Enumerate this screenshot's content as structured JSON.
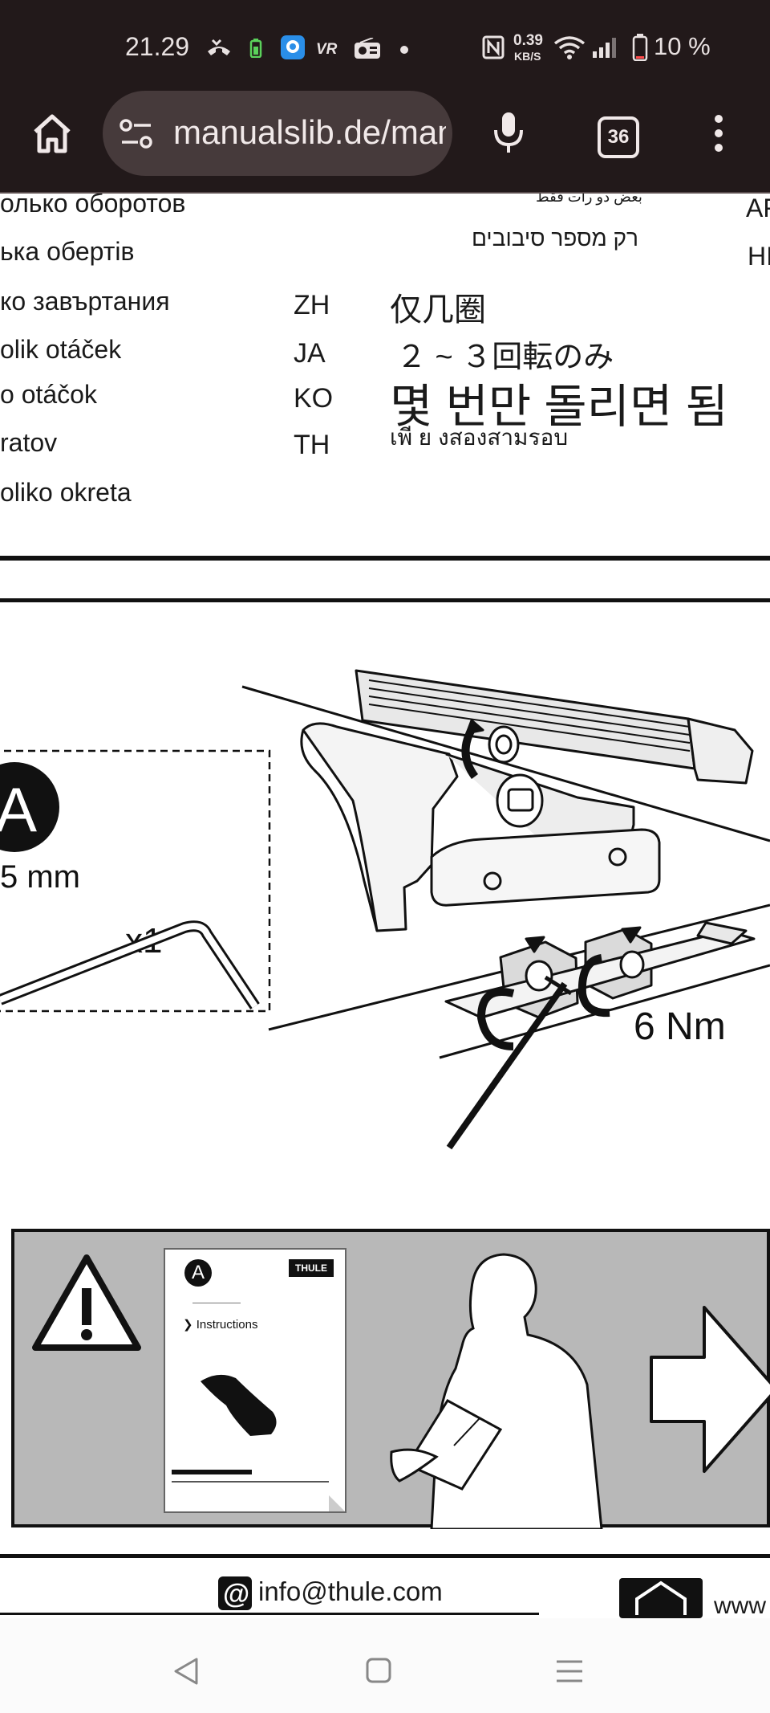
{
  "status_bar": {
    "time": "21.29",
    "network_speed_value": "0.39",
    "network_speed_unit": "KB/S",
    "battery": "10 %"
  },
  "browser": {
    "url": "manualslib.de/manual",
    "tab_count": "36"
  },
  "manual": {
    "left_column": [
      "олько оборотов",
      "ька обертів",
      "ко завъртания",
      "olik otáček",
      "o otáčok",
      "ratov",
      "oliko okreta"
    ],
    "arabic_text": "بعض دو رات فقط",
    "hebrew_text": "רק מספר סיבובים",
    "right_edge_codes": [
      "AF",
      "HI"
    ],
    "codes": [
      {
        "code": "ZH",
        "text": "仅几圈"
      },
      {
        "code": "JA",
        "text": "２ ~ ３回転のみ"
      },
      {
        "code": "KO",
        "text": "몇 번만 돌리면 됨"
      },
      {
        "code": "TH",
        "text": "เพี ย งสองสามรอบ"
      }
    ],
    "tool_callout": {
      "badge": "A",
      "size": "5 mm",
      "quantity": "x1"
    },
    "torque": "6 Nm",
    "booklet": {
      "badge": "A",
      "brand": "THULE",
      "label": "Instructions"
    },
    "email": "info@thule.com",
    "website_partial": "www"
  }
}
